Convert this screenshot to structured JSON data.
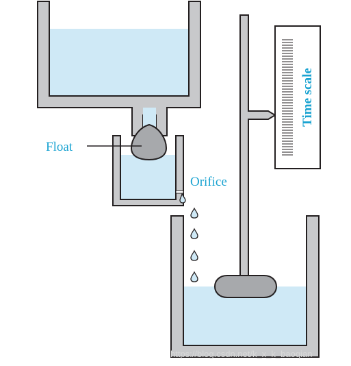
{
  "labels": {
    "float": "Float",
    "orifice": "Orifice",
    "time_scale": "Time scale"
  },
  "watermark": "https://blog.csdn.net/k_x_k_baoqian",
  "colors": {
    "wall_fill": "#c8c9cb",
    "wall_stroke": "#231f20",
    "water": "#cfe9f6",
    "float_fill": "#a7a9ac",
    "label_blue": "#1aa3d1",
    "scale_panel": "#ffffff"
  },
  "icons": {
    "drop": "water-drop-icon"
  }
}
